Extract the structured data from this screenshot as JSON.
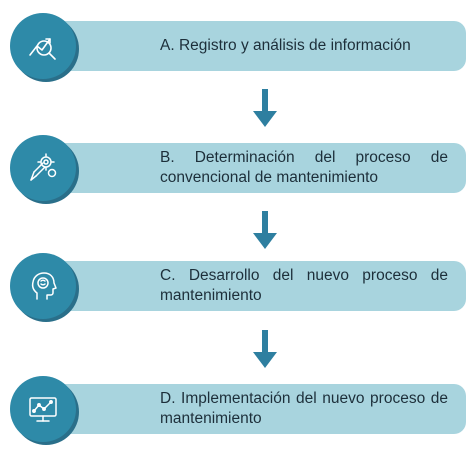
{
  "steps": [
    {
      "label": "A. Registro y análisis de información",
      "icon": "chart-analysis-icon"
    },
    {
      "label": "B. Determinación del proceso de convencional de mantenimiento",
      "icon": "gears-pencil-icon"
    },
    {
      "label": "C. Desarrollo del nuevo proceso de mantenimiento",
      "icon": "head-brain-icon"
    },
    {
      "label": "D. Implementación del nuevo proceso de mantenimiento",
      "icon": "monitor-chart-icon"
    }
  ],
  "colors": {
    "circle": "#2e8aa8",
    "bar": "#a8d4de",
    "arrow": "#2e7fa0"
  }
}
